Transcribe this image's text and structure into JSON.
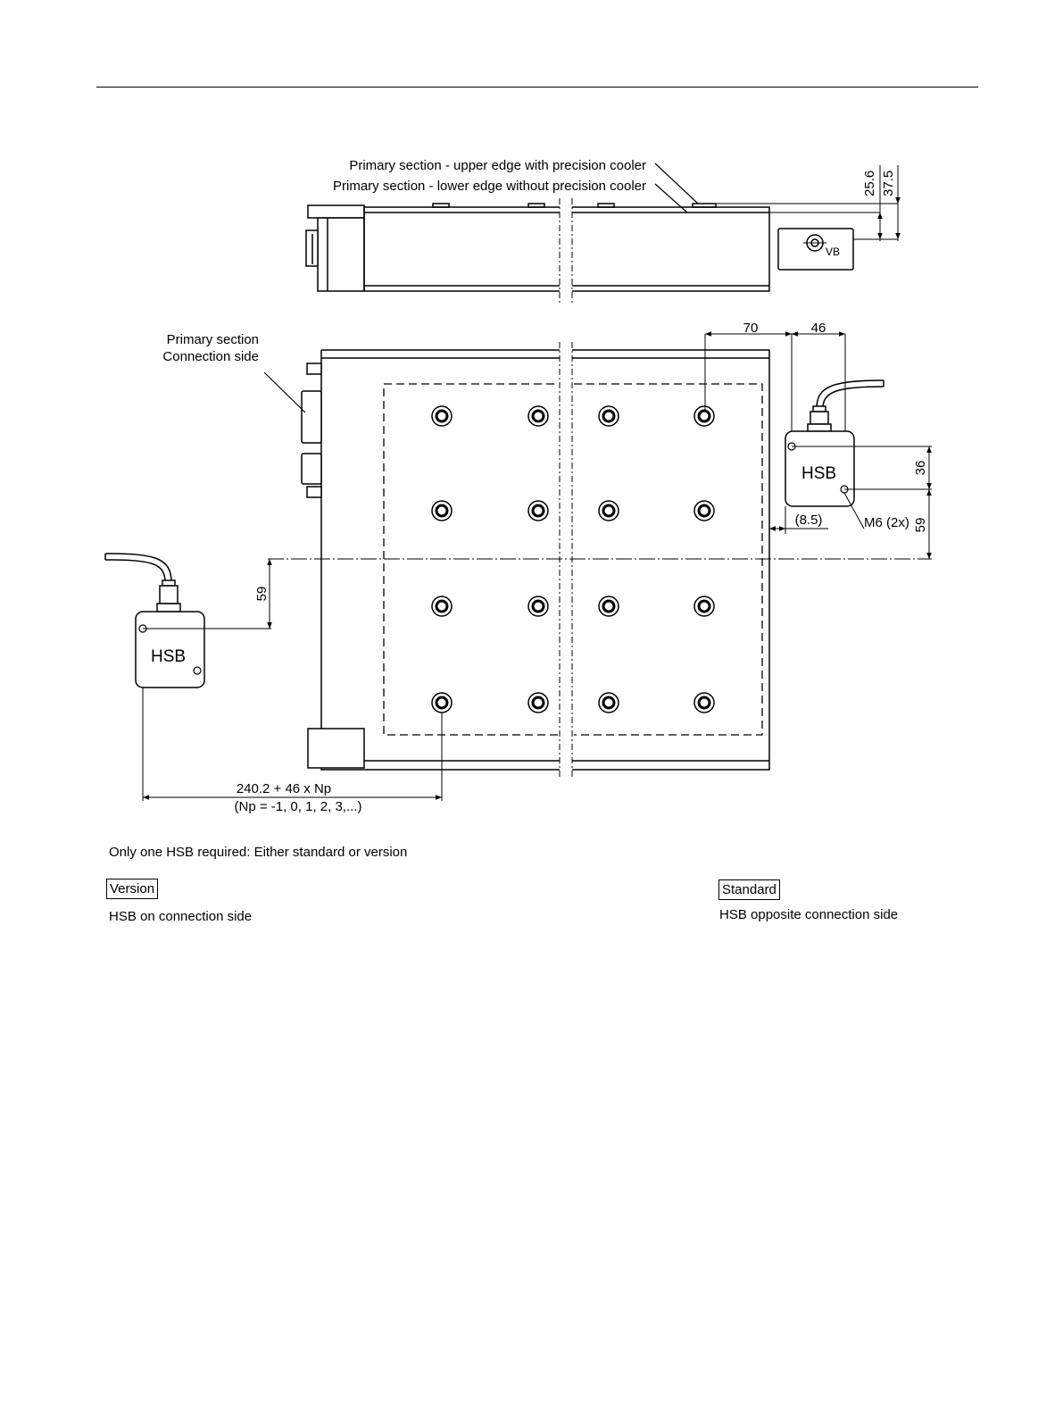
{
  "labels": {
    "upper_edge": "Primary section - upper edge with precision cooler",
    "lower_edge": "Primary section - lower edge without precision cooler",
    "primary_line1": "Primary section",
    "primary_line2": "Connection side",
    "vb": "VB",
    "hsb_right": "HSB",
    "hsb_left": "HSB",
    "thread": "M6 (2x)",
    "formula_line1": "240.2 + 46 x Np",
    "formula_line2": "(Np = -1, 0, 1, 2, 3,...)"
  },
  "dimensions": {
    "d_25_6": "25.6",
    "d_37_5": "37.5",
    "d_70": "70",
    "d_46": "46",
    "d_36": "36",
    "d_8_5": "(8.5)",
    "d_59_right": "59",
    "d_59_left": "59"
  },
  "notes": {
    "only_one": "Only one HSB required: Either standard or version",
    "version_label": "Version",
    "version_desc": "HSB on connection side",
    "standard_label": "Standard",
    "standard_desc": "HSB opposite connection side"
  }
}
